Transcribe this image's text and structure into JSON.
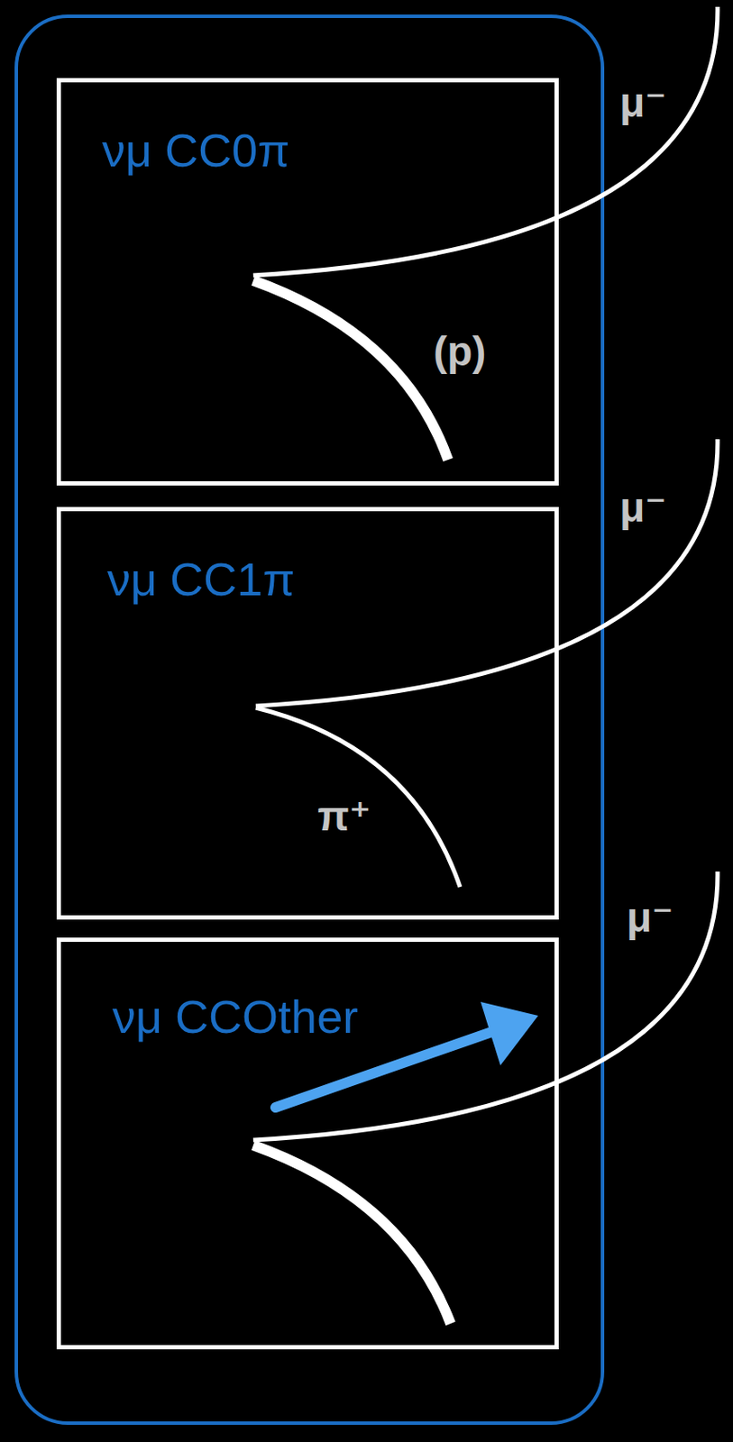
{
  "diagram": {
    "nodes": [
      {
        "text": [
          "νμ CC0π"
        ]
      },
      {
        "text": [
          "νμ CC1π"
        ]
      },
      {
        "text": [
          "νμ CCOther"
        ]
      }
    ],
    "labels": [
      "μ⁻",
      "(p)",
      "μ⁻",
      "π⁺",
      "μ⁻"
    ]
  }
}
